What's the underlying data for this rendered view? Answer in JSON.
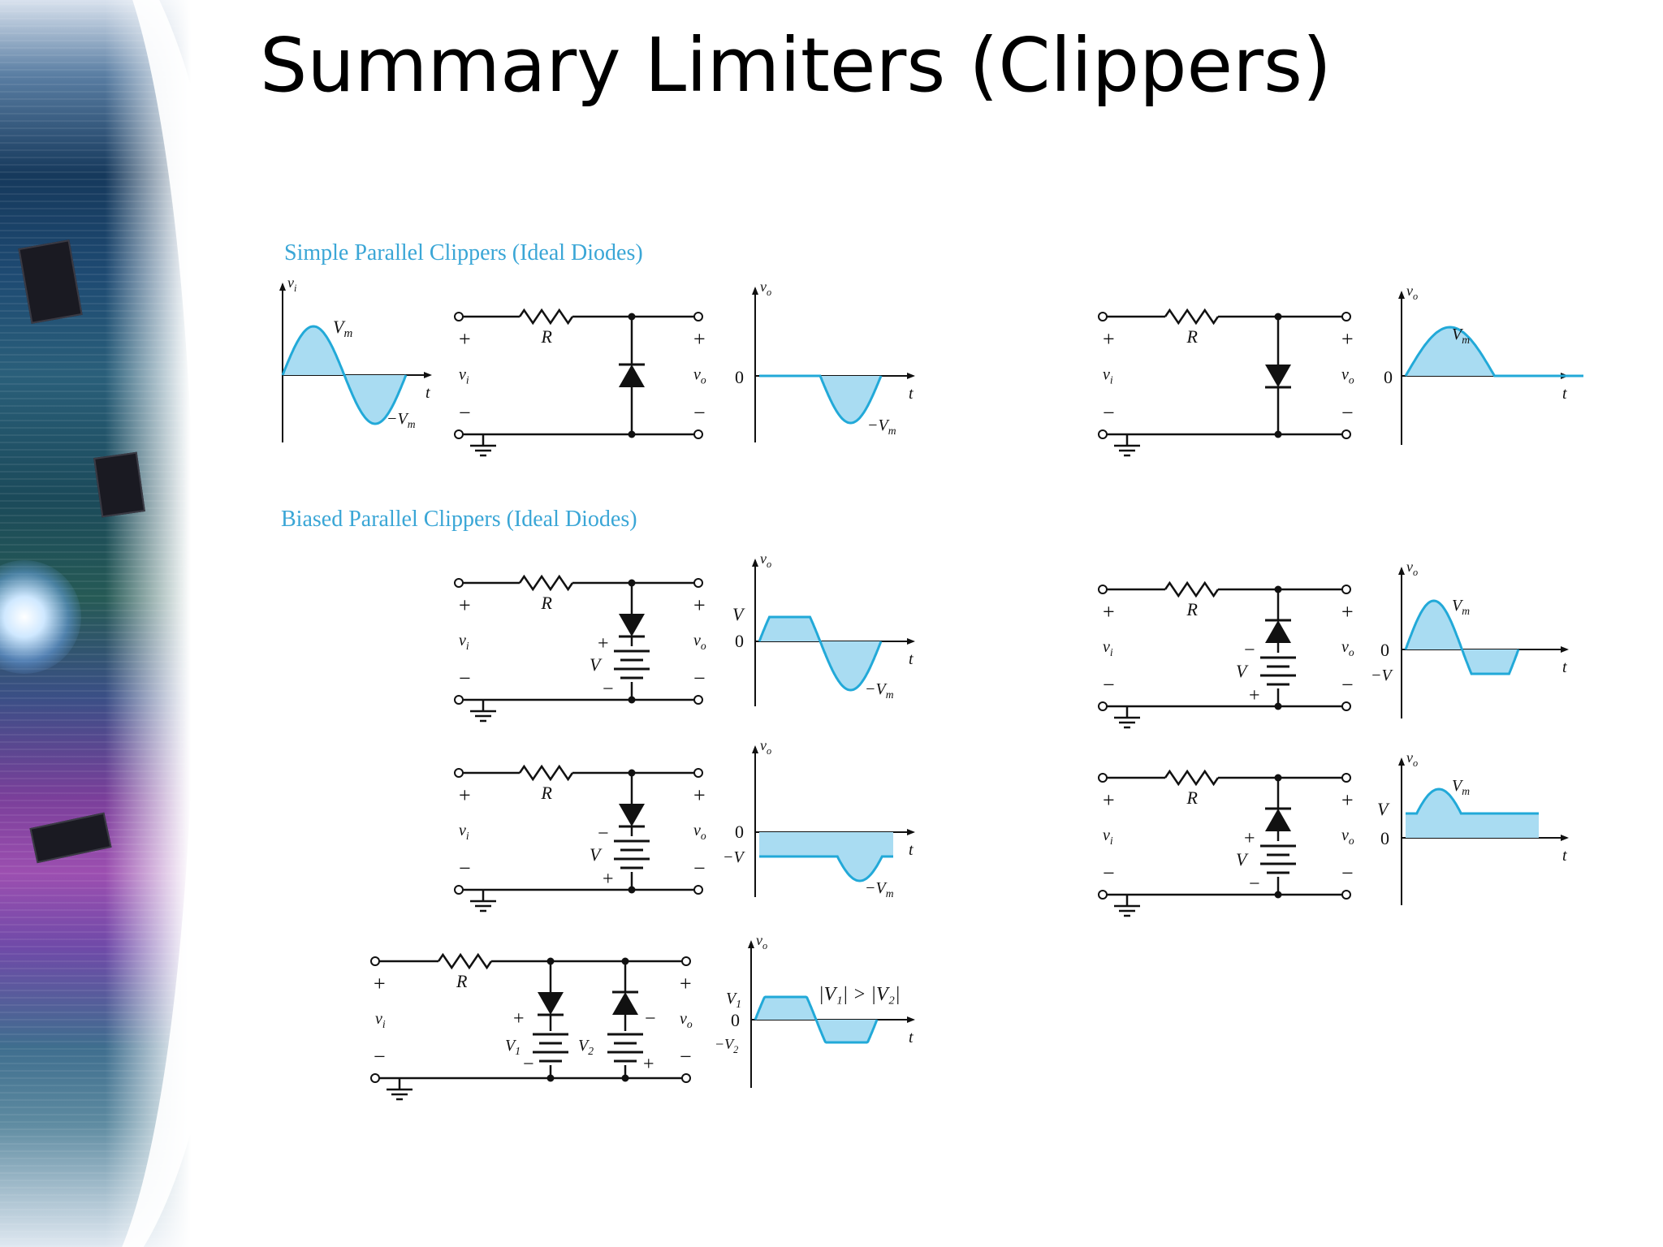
{
  "slide": {
    "title": "Summary Limiters (Clippers)"
  },
  "sections": {
    "simple": {
      "label": "Simple Parallel Clippers (Ideal Diodes)"
    },
    "biased": {
      "label": "Biased Parallel Clippers (Ideal Diodes)"
    }
  },
  "symbols": {
    "vi": "v",
    "vi_sub": "i",
    "vo": "v",
    "vo_sub": "o",
    "t": "t",
    "R": "R",
    "Vm": "V",
    "Vm_sub": "m",
    "neg_Vm": "−V",
    "neg_Vm_sub": "m",
    "zero": "0",
    "V": "V",
    "neg_V": "−V",
    "plus": "+",
    "minus": "−",
    "V1": "V",
    "V1_sub": "1",
    "V2": "V",
    "V2_sub": "2",
    "neg_V2": "−V",
    "neg_V2_sub": "2",
    "relation": "|V₁| > |V₂|"
  },
  "colors": {
    "wave": "#22a9d8",
    "fill": "#a9dcf2",
    "label": "#3aa6d6",
    "ink": "#111111",
    "title": "#000000"
  }
}
